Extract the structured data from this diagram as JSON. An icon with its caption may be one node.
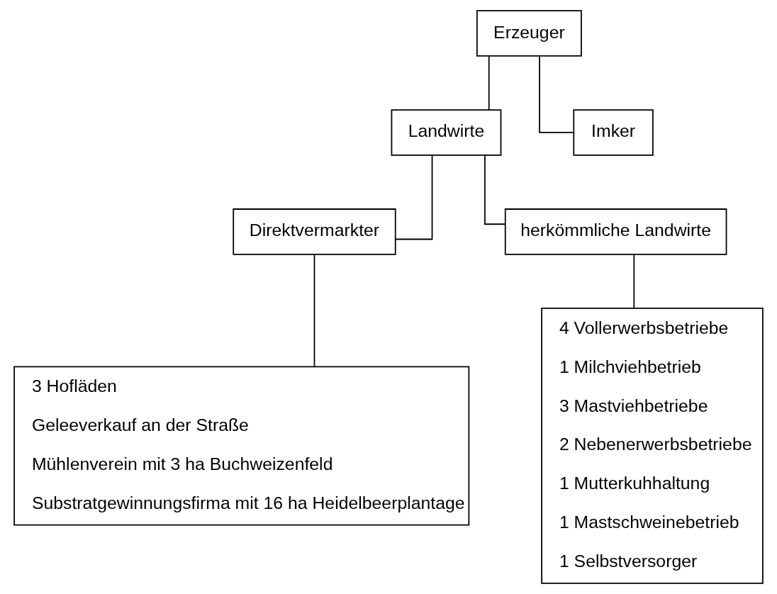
{
  "diagram": {
    "nodes": [
      {
        "text": [
          "Erzeuger"
        ]
      },
      {
        "text": [
          "Landwirte"
        ]
      },
      {
        "text": [
          "Imker"
        ]
      },
      {
        "text": [
          "Direktvermarkter"
        ]
      },
      {
        "text": [
          "herkömmliche Landwirte"
        ]
      },
      {
        "text": [
          "3 Hofläden",
          "Geleeverkauf an der Straße",
          "Mühlenverein mit 3 ha Buchweizenfeld",
          "Substratgewinnungsfirma mit 16 ha Heidelbeerplantage"
        ]
      },
      {
        "text": [
          "4 Vollerwerbsbetriebe",
          "1 Milchviehbetrieb",
          "3 Mastviehbetriebe",
          "2 Nebenerwerbsbetriebe",
          "1 Mutterkuhhaltung",
          "1 Mastschweinebetrieb",
          "1 Selbstversorger"
        ]
      }
    ],
    "edges": [
      {
        "from": 0,
        "to": 1,
        "arrow": "none"
      },
      {
        "from": 0,
        "to": 2,
        "arrow": "none"
      },
      {
        "from": 1,
        "to": 3,
        "arrow": "none"
      },
      {
        "from": 1,
        "to": 4,
        "arrow": "none"
      },
      {
        "from": 3,
        "to": 5,
        "arrow": "none"
      },
      {
        "from": 4,
        "to": 6,
        "arrow": "none"
      }
    ]
  }
}
